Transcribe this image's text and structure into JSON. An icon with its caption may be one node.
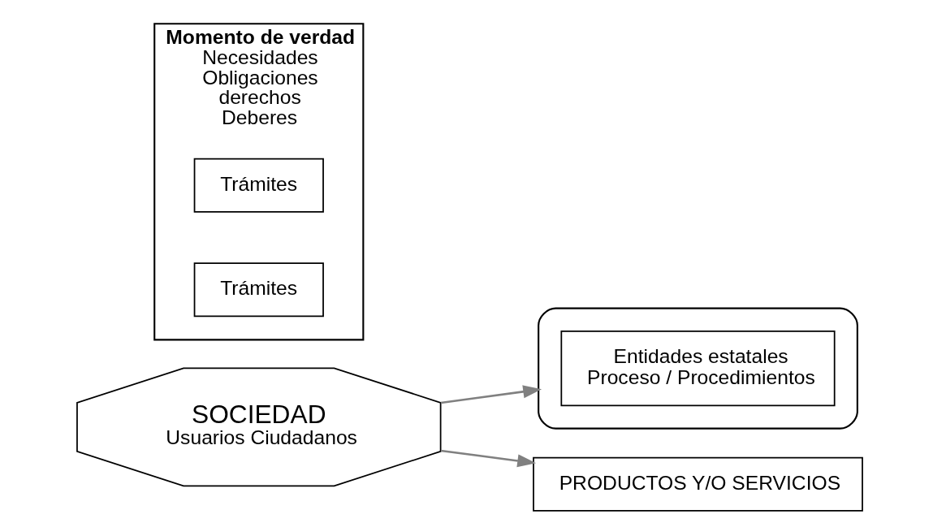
{
  "diagram": {
    "nodes": [
      {
        "text": [
          "SOCIEDAD",
          "Usuarios Ciudadanos"
        ]
      },
      {
        "text": [
          "Momento de verdad",
          "Necesidades Obligaciones derechos Deberes"
        ]
      },
      {
        "text": [
          "Trámites"
        ],
        "in": 1
      },
      {
        "text": [
          "Trámites"
        ],
        "in": 1
      },
      {
        "text": [],
        "shape": "octagon"
      },
      {
        "text": [
          "PRODUCTOS Y/O SERVICIOS"
        ]
      },
      {
        "text": [
          "Entidades estatales",
          "Proceso / Procedimientos"
        ],
        "in": 4
      }
    ],
    "edges": [
      {
        "from": 0,
        "to": 5,
        "arrow": "to"
      },
      {
        "from": 0,
        "to": 4,
        "arrow": "to"
      }
    ]
  }
}
